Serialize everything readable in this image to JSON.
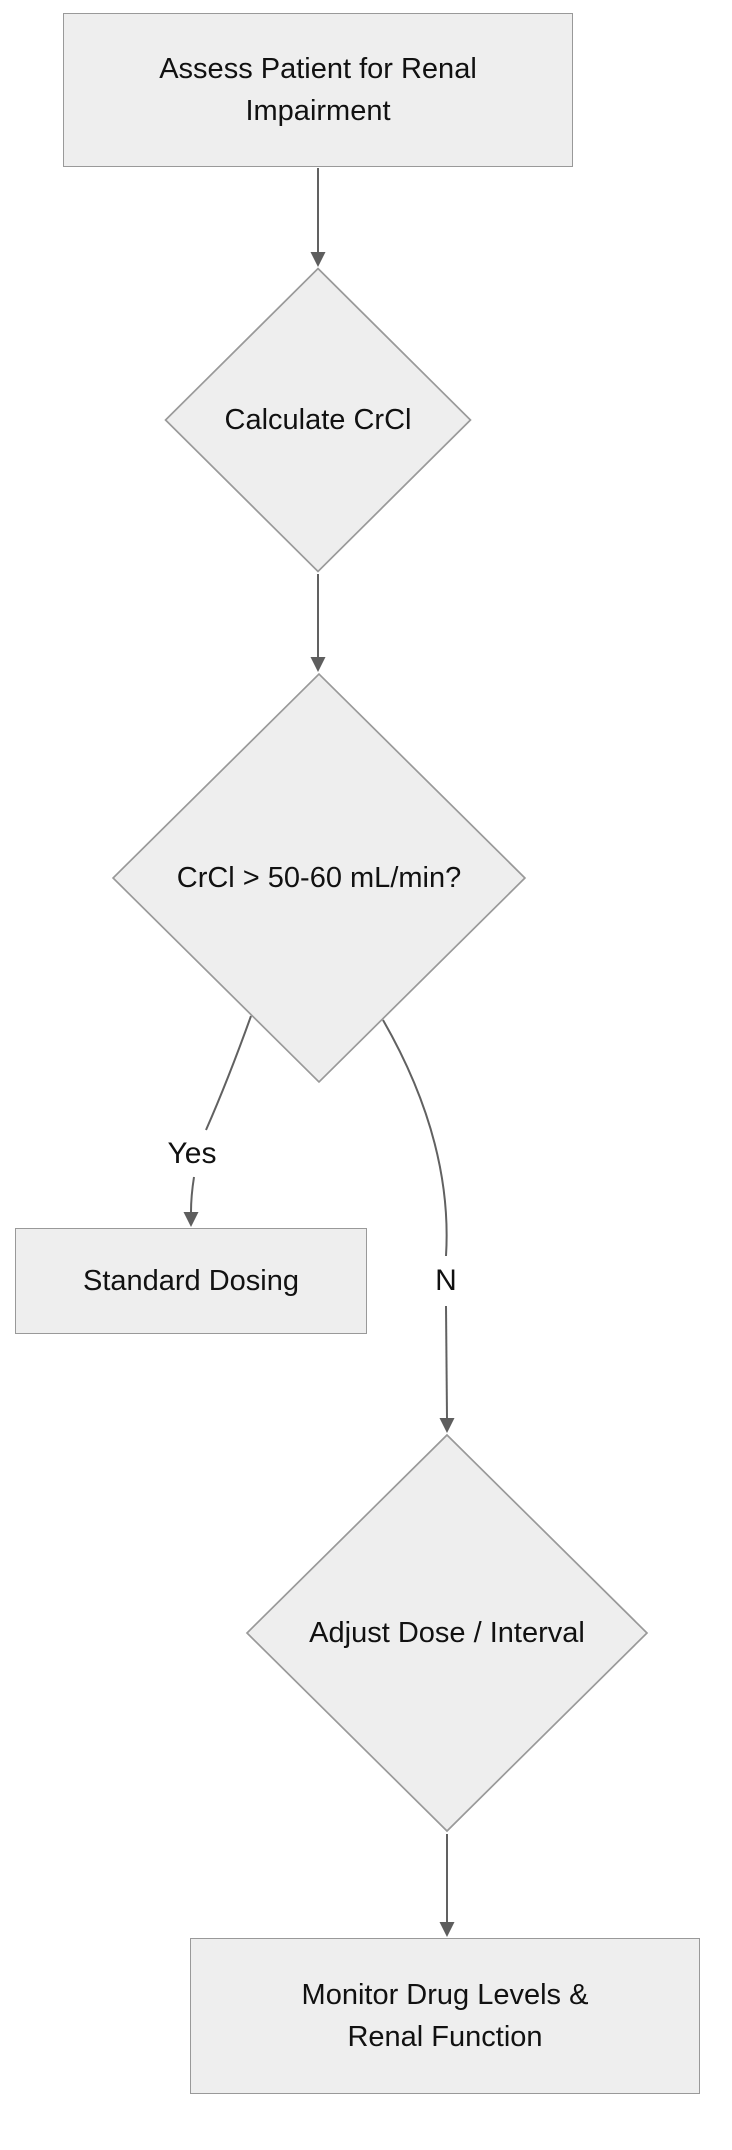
{
  "diagram": {
    "title": "Renal dosing decision flowchart",
    "colors": {
      "background": "#ffffff",
      "node_fill": "#eeeeee",
      "node_border": "#999999",
      "edge_stroke": "#616161",
      "arrowhead_fill": "#5e5e5e",
      "text": "#111111"
    },
    "nodes": [
      {
        "id": "assess",
        "type": "rect",
        "label": "Assess Patient for Renal Impairment"
      },
      {
        "id": "calc",
        "type": "diamond",
        "label": "Calculate CrCl"
      },
      {
        "id": "crcl",
        "type": "diamond",
        "label": "CrCl > 50-60 mL/min?"
      },
      {
        "id": "standard",
        "type": "rect",
        "label": "Standard Dosing"
      },
      {
        "id": "adjust",
        "type": "diamond",
        "label": "Adjust Dose / Interval"
      },
      {
        "id": "monitor",
        "type": "rect",
        "label": "Monitor Drug Levels & Renal Function"
      }
    ],
    "edges": [
      {
        "from": "assess",
        "to": "calc",
        "label": ""
      },
      {
        "from": "calc",
        "to": "crcl",
        "label": ""
      },
      {
        "from": "crcl",
        "to": "standard",
        "label": "Yes"
      },
      {
        "from": "crcl",
        "to": "adjust",
        "label": "N"
      },
      {
        "from": "adjust",
        "to": "monitor",
        "label": ""
      }
    ]
  }
}
